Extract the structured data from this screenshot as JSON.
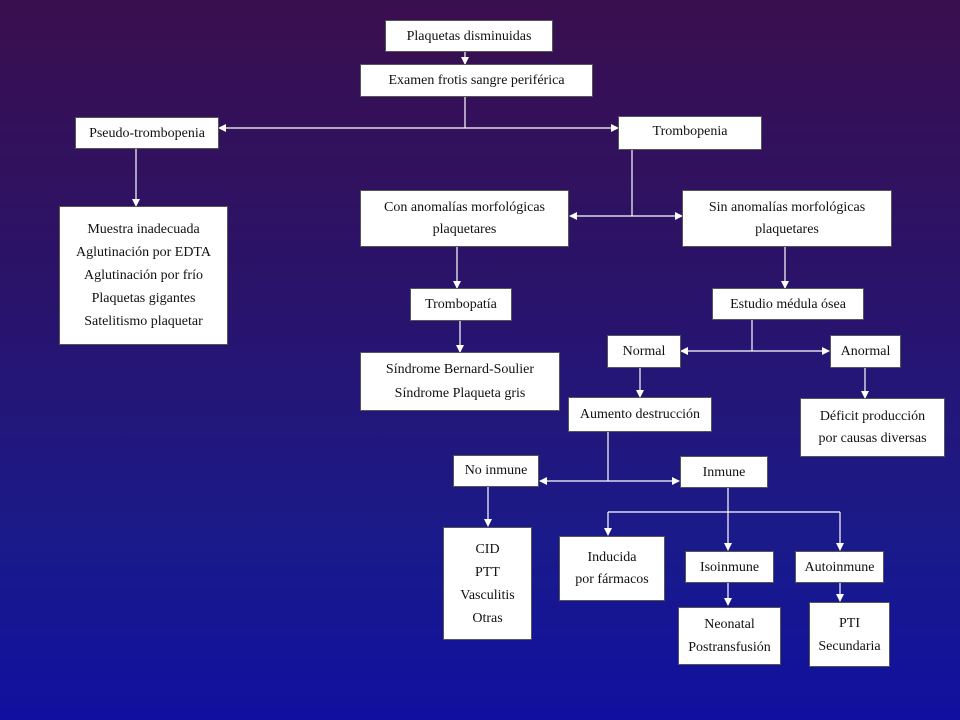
{
  "colors": {
    "line": "#ffffff",
    "box_fill": "#ffffff",
    "bg_top": "#3a0f4f",
    "bg_bottom": "#1010a0"
  },
  "nodes": {
    "plaquetas_disminuidas": [
      "Plaquetas disminuidas"
    ],
    "examen_frotis": [
      "Examen frotis sangre periférica"
    ],
    "pseudo_trombopenia": [
      "Pseudo-trombopenia"
    ],
    "trombopenia": [
      "Trombopenia"
    ],
    "causas_pseudo": [
      "Muestra inadecuada",
      "Aglutinación por EDTA",
      "Aglutinación por frío",
      "Plaquetas gigantes",
      "Satelitismo plaquetar"
    ],
    "con_anomalias": [
      "Con anomalías morfológicas",
      "plaquetares"
    ],
    "sin_anomalias": [
      "Sin anomalías morfológicas",
      "plaquetares"
    ],
    "trombopatia": [
      "Trombopatía"
    ],
    "estudio_medula": [
      "Estudio médula ósea"
    ],
    "sindromes": [
      "Síndrome Bernard-Soulier",
      "Síndrome Plaqueta gris"
    ],
    "normal": [
      "Normal"
    ],
    "anormal": [
      "Anormal"
    ],
    "aumento_destruccion": [
      "Aumento destrucción"
    ],
    "deficit_produccion": [
      "Déficit producción",
      "por causas diversas"
    ],
    "no_inmune": [
      "No inmune"
    ],
    "inmune": [
      "Inmune"
    ],
    "causas_no_inmune": [
      "CID",
      "PTT",
      "Vasculitis",
      "Otras"
    ],
    "inducida_farmacos": [
      "Inducida",
      "por fármacos"
    ],
    "isoinmune": [
      "Isoinmune"
    ],
    "autoinmune": [
      "Autoinmune"
    ],
    "isoinmune_tipos": [
      "Neonatal",
      "Postransfusión"
    ],
    "autoinmune_tipos": [
      "PTI",
      "Secundaria"
    ]
  }
}
